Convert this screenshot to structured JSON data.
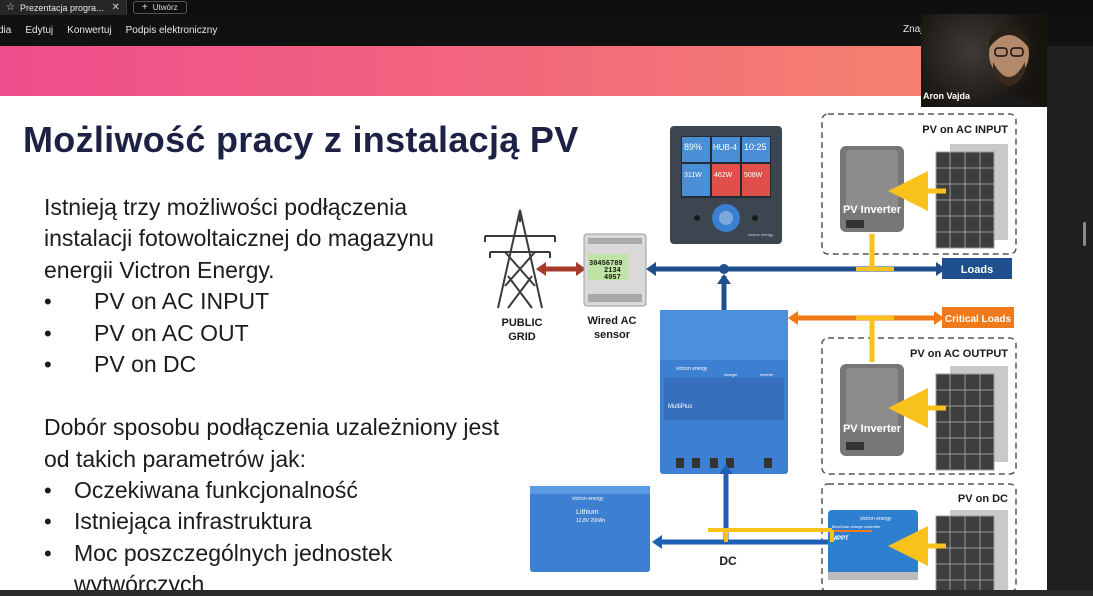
{
  "browser": {
    "tab_title": "Prezentacja progra...",
    "new_tab_label": "Utwórz"
  },
  "menu": {
    "items": [
      "dia",
      "Edytuj",
      "Konwertuj",
      "Podpis elektroniczny"
    ],
    "right_label": "Znaj"
  },
  "webcam": {
    "participant_name": "Aron Vajda"
  },
  "slide": {
    "title": "Możliwość pracy z instalacją PV",
    "intro_lines": [
      "Istnieją trzy możliwości podłączenia",
      "instalacji fotowoltaicznej do magazynu",
      "energii Victron Energy."
    ],
    "options": [
      "PV on AC INPUT",
      "PV on AC OUT",
      "PV on DC"
    ],
    "params_intro_lines": [
      "Dobór sposobu podłączenia uzależniony jest",
      "od takich parametrów jak:"
    ],
    "params": [
      "Oczekiwana funkcjonalność",
      "Istniejąca infrastruktura",
      "Moc poszczególnych jednostek"
    ],
    "params_continued": "wytwórczych",
    "bullet_symbol": "•"
  },
  "diagram": {
    "public_grid_label_1": "PUBLIC",
    "public_grid_label_2": "GRID",
    "sensor_label_1": "Wired AC",
    "sensor_label_2": "sensor",
    "meter_reading_1": "30456789",
    "meter_reading_2": "2134",
    "meter_reading_3": "4057",
    "gx_tile_1": "89%",
    "gx_tile_2": "HUB-4",
    "gx_tile_3": "10:25",
    "gx_tile_4": "311W",
    "gx_tile_5": "462W",
    "gx_tile_6": "508W",
    "gx_brand": "victron energy",
    "loads_label": "Loads",
    "critical_loads_label": "Critical Loads",
    "box_ac_input_title": "PV on AC INPUT",
    "box_ac_output_title": "PV on AC OUTPUT",
    "box_dc_title": "PV on DC",
    "pv_inverter_label": "PV Inverter",
    "multiplus_brand": "victron energy",
    "multiplus_name": "MultiPlus",
    "multiplus_charger": "charger",
    "multiplus_inverter": "inverter",
    "battery_brand": "victron energy",
    "battery_name": "Lithium",
    "battery_spec": "12,8V 200Ah",
    "mppt_brand": "victron energy",
    "mppt_label": "MPPT",
    "mppt_sub": "BlueSolar charge controller",
    "dc_label": "DC",
    "colors": {
      "ac_line": "#1f4f8c",
      "load_badge": "#1f4f8c",
      "critical_badge": "#f07a1a",
      "pv_arrow": "#f6c21b",
      "grid_arrow": "#a83a2a",
      "dc_line": "#1f5fb5"
    }
  }
}
